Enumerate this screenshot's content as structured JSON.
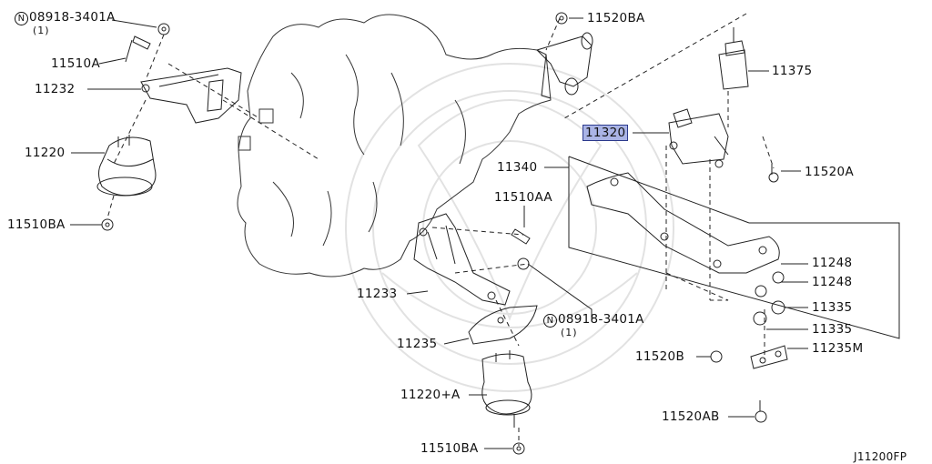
{
  "diagram": {
    "parts": {
      "nut_08918_a": "08918-3401A",
      "nut_08918_a_qty": "(1)",
      "nut_08918_b": "08918-3401A",
      "nut_08918_b_qty": "(1)",
      "p11510A": "11510A",
      "p11232": "11232",
      "p11220": "11220",
      "p11510BA_left": "11510BA",
      "p11520BA": "11520BA",
      "p11375": "11375",
      "p11320": "11320",
      "p11340": "11340",
      "p11520A": "11520A",
      "p11510AA": "11510AA",
      "p11248_a": "11248",
      "p11248_b": "11248",
      "p11233": "11233",
      "p11335_a": "11335",
      "p11335_b": "11335",
      "p11235": "11235",
      "p11520B": "11520B",
      "p11235M": "11235M",
      "p11220A": "11220+A",
      "p11520AB": "11520AB",
      "p11510BA_bottom": "11510BA"
    },
    "n_symbol": "N",
    "figure_code": "J11200FP",
    "highlight_color": "#aab4e6"
  }
}
